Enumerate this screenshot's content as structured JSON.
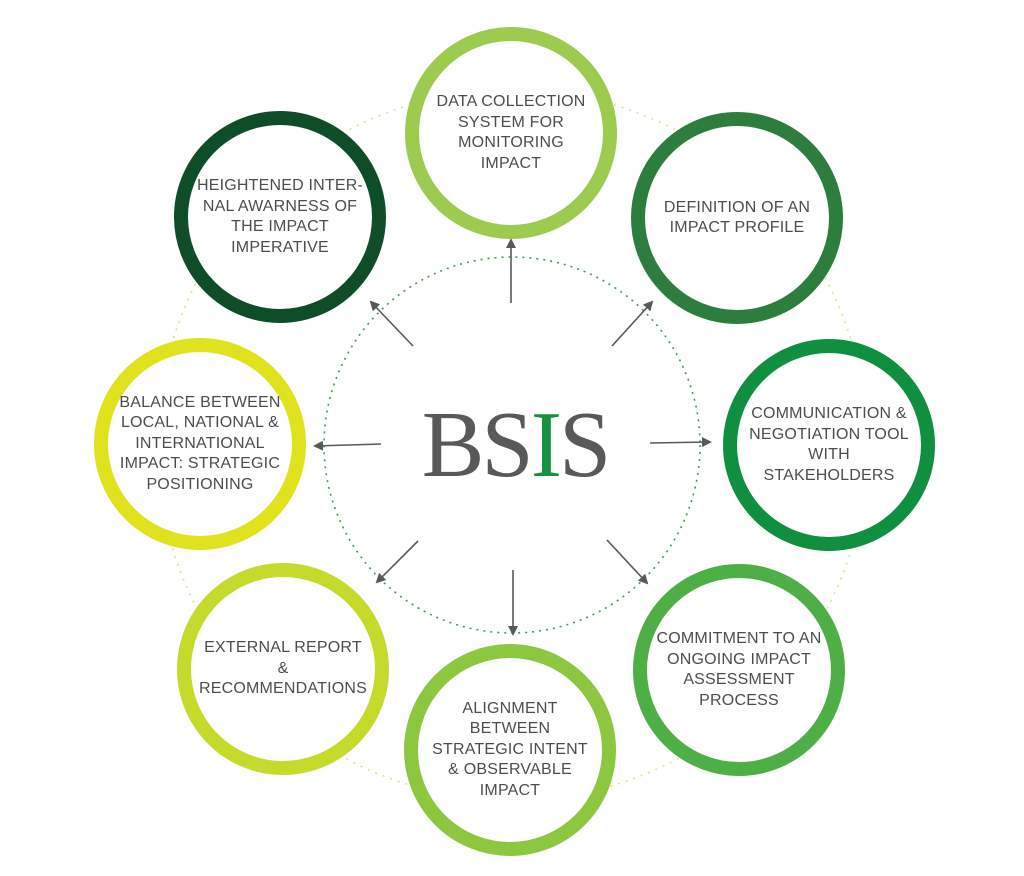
{
  "logo": {
    "prefix": "BS",
    "accent_letter": "I",
    "suffix": "S",
    "accent_color": "#179141",
    "text_color": "#58595b"
  },
  "nodes": [
    {
      "id": "data-collection",
      "label": "DATA COLLECTION SYSTEM FOR MONITORING IMPACT",
      "ring_color": "#9ccb4f"
    },
    {
      "id": "impact-profile",
      "label": "DEFINITION OF AN IMPACT PROFILE",
      "ring_color": "#2d7d3e"
    },
    {
      "id": "communication",
      "label": "COMMUNICATION & NEGOTIATION TOOL WITH STAKEHOLDERS",
      "ring_color": "#0f8f3f"
    },
    {
      "id": "commitment",
      "label": "COMMITMENT TO AN ONGOING IMPACT ASSESSMENT PROCESS",
      "ring_color": "#4faf47"
    },
    {
      "id": "alignment",
      "label": "ALIGNMENT BETWEEN STRATEGIC INTENT & OBSERVABLE IMPACT",
      "ring_color": "#8dc63f"
    },
    {
      "id": "external-report",
      "label": "EXTERNAL REPORT & RECOMMENDATIONS",
      "ring_color": "#c5da2a"
    },
    {
      "id": "balance",
      "label": "BALANCE BETWEEN LOCAL, NATIONAL & INTERNATIONAL IMPACT: STRATEGIC POSITIONING",
      "ring_color": "#dfe21c"
    },
    {
      "id": "awareness",
      "label": "HEIGHTENED INTER-NAL AWARNESS OF THE IMPACT IMPERATIVE",
      "ring_color": "#0e4d27"
    }
  ],
  "colors": {
    "arrow": "#58595b",
    "inner_dots": "#3aa14a",
    "outer_dots": "#d6e68a"
  }
}
